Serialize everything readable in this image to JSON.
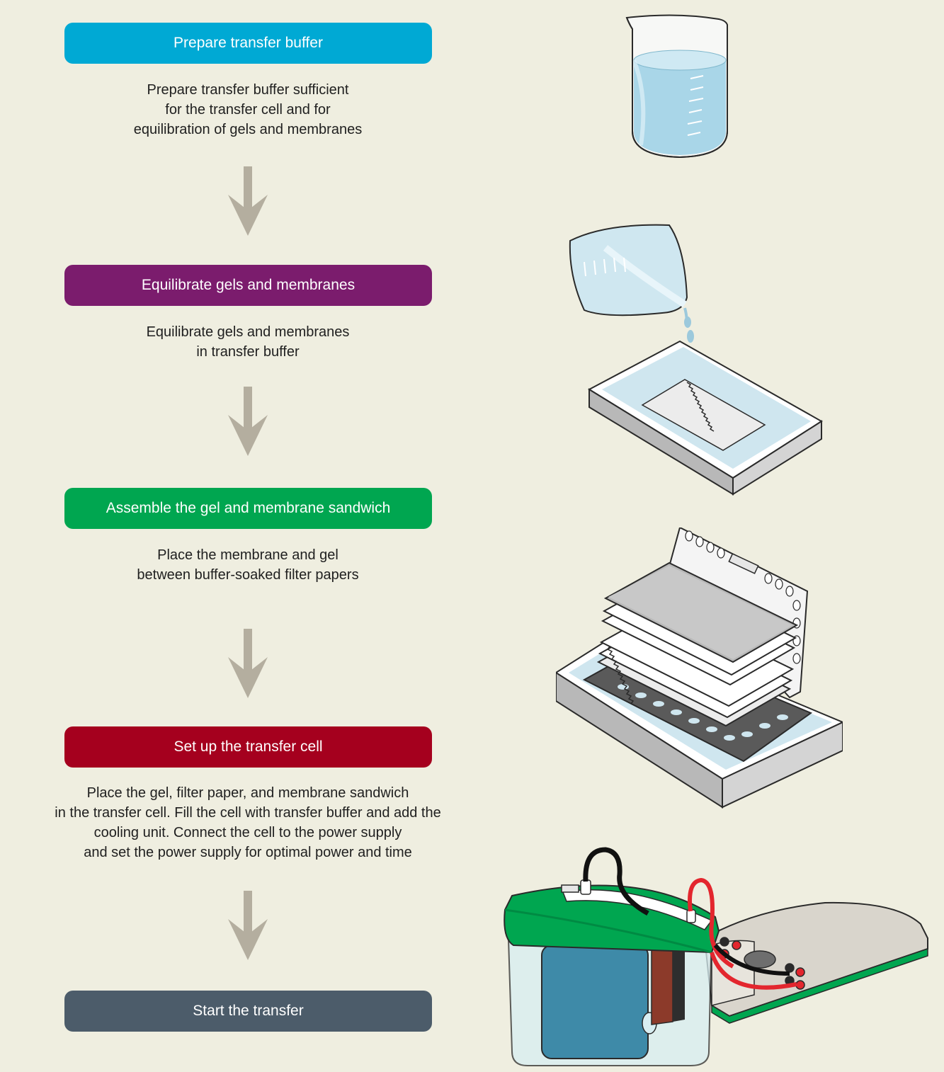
{
  "colors": {
    "background": "#efeee0",
    "step1": "#00a9d4",
    "step2": "#7b1c6d",
    "step3": "#00a650",
    "step4": "#a5001e",
    "step5": "#4c5c6a",
    "arrow": "#b4ae9f"
  },
  "steps": [
    {
      "title": "Prepare transfer buffer",
      "description": [
        "Prepare transfer buffer sufficient",
        "for the transfer cell and for",
        "equilibration of gels and membranes"
      ],
      "icon": "beaker-icon"
    },
    {
      "title": "Equilibrate gels and membranes",
      "description": [
        "Equilibrate gels and membranes",
        "in transfer buffer"
      ],
      "icon": "tray-icon"
    },
    {
      "title": "Assemble the gel and membrane sandwich",
      "description": [
        "Place the membrane and gel",
        "between buffer-soaked filter papers"
      ],
      "icon": "sandwich-icon"
    },
    {
      "title": "Set up the transfer cell",
      "description": [
        "Place the gel, filter paper, and membrane sandwich",
        "in the transfer cell. Fill the cell with transfer buffer and add the",
        "cooling unit. Connect the cell to the power supply",
        "and set the power supply for optimal power and time"
      ],
      "icon": "transfer-cell-icon"
    },
    {
      "title": "Start the transfer",
      "description": []
    }
  ]
}
